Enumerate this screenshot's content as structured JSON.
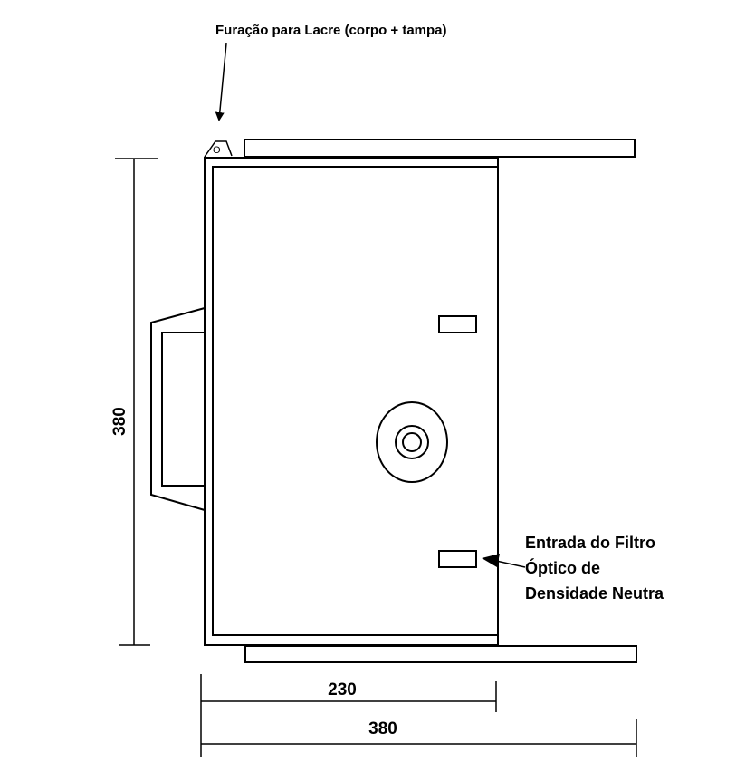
{
  "labels": {
    "seal_hole": "Furação para Lacre (corpo + tampa)",
    "seal_symbol": "O",
    "filter_entry_line1": "Entrada do Filtro",
    "filter_entry_line2": "Óptico de",
    "filter_entry_line3": "Densidade Neutra"
  },
  "dimensions": {
    "height": "380",
    "inner_width": "230",
    "outer_width": "380"
  }
}
